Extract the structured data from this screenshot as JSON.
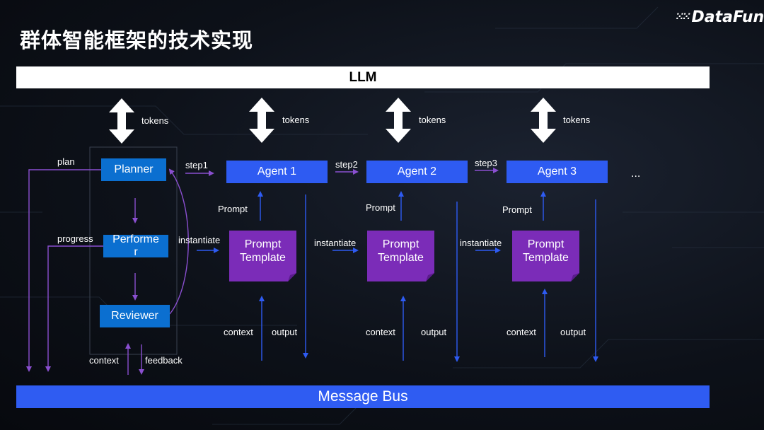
{
  "slide": {
    "title": "群体智能框架的技术实现",
    "logo": "DataFun.",
    "llm_label": "LLM",
    "bus_label": "Message Bus",
    "ellipsis": "..."
  },
  "tokens_label": "tokens",
  "orchestrator": {
    "planner": "Planner",
    "performer": "Performe\nr",
    "reviewer": "Reviewer",
    "plan_label": "plan",
    "progress_label": "progress",
    "context_label": "context",
    "feedback_label": "feedback"
  },
  "agents": [
    {
      "step": "step1",
      "name": "Agent 1",
      "prompt": "Prompt",
      "template": "Prompt\nTemplate",
      "instantiate": "instantiate",
      "context": "context",
      "output": "output"
    },
    {
      "step": "step2",
      "name": "Agent 2",
      "prompt": "Prompt",
      "template": "Prompt\nTemplate",
      "instantiate": "instantiate",
      "context": "context",
      "output": "output"
    },
    {
      "step": "step3",
      "name": "Agent 3",
      "prompt": "Prompt",
      "template": "Prompt\nTemplate",
      "instantiate": "instantiate",
      "context": "context",
      "output": "output"
    }
  ],
  "colors": {
    "agent_blue": "#2e5bf2",
    "role_blue": "#0b6fd0",
    "template_purple": "#7b2cb8",
    "arrow_purple": "#8a4fd0",
    "arrow_blue": "#2e5bf2",
    "bus_blue": "#2f5cf2"
  }
}
